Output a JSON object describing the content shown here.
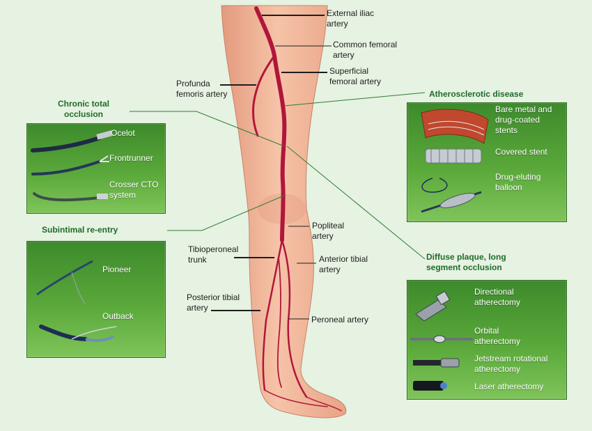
{
  "anatomy": {
    "external_iliac": "External iliac\nartery",
    "common_femoral": "Common femoral\nartery",
    "superficial_femoral": "Superficial\nfemoral artery",
    "profunda_femoris": "Profunda\nfemoris artery",
    "popliteal": "Popliteal\nartery",
    "tibioperoneal": "Tibioperoneal\ntrunk",
    "anterior_tibial": "Anterior tibial\nartery",
    "posterior_tibial": "Posterior tibial\nartery",
    "peroneal": "Peroneal artery"
  },
  "sections": {
    "cto": "Chronic total\nocclusion",
    "subintimal": "Subintimal re-entry",
    "atherosclerotic": "Atherosclerotic disease",
    "diffuse": "Diffuse plaque, long\nsegment occlusion"
  },
  "cto_devices": [
    "Ocelot",
    "Frontrunner",
    "Crosser CTO\nsystem"
  ],
  "subintimal_devices": [
    "Pioneer",
    "Outback"
  ],
  "athero_devices": [
    "Bare metal and\ndrug-coated\nstents",
    "Covered stent",
    "Drug-eluting\nballoon"
  ],
  "diffuse_devices": [
    "Directional\natherectomy",
    "Orbital\natherectomy",
    "Jetstream rotational\natherectomy",
    "Laser atherectomy"
  ],
  "colors": {
    "panel": "#4f9a35",
    "artery": "#b0163a",
    "skin": "#f2b79c",
    "section_text": "#1f6b2a"
  }
}
